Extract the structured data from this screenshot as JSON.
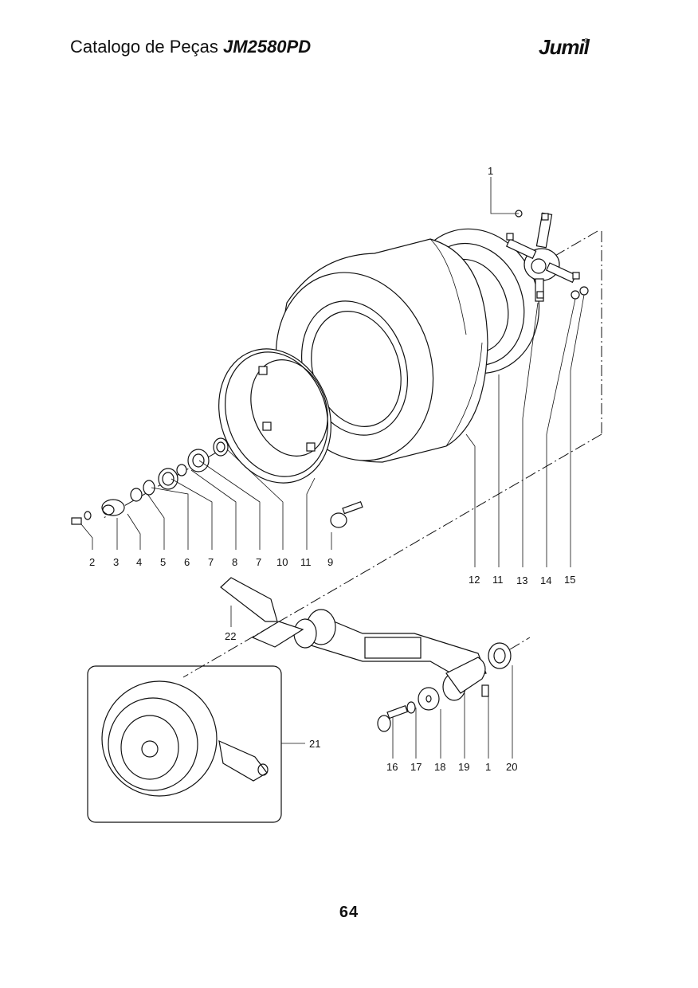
{
  "header": {
    "catalog_label": "Catalogo de Peças",
    "model": "JM2580PD",
    "brand": "Jumil",
    "brand_reg": "®"
  },
  "diagram": {
    "callouts": [
      "1",
      "2",
      "3",
      "4",
      "5",
      "6",
      "7",
      "8",
      "7",
      "10",
      "11",
      "9",
      "12",
      "11",
      "13",
      "14",
      "15",
      "22",
      "21",
      "16",
      "17",
      "18",
      "19",
      "1",
      "20"
    ]
  },
  "footer": {
    "page_number": "64"
  }
}
